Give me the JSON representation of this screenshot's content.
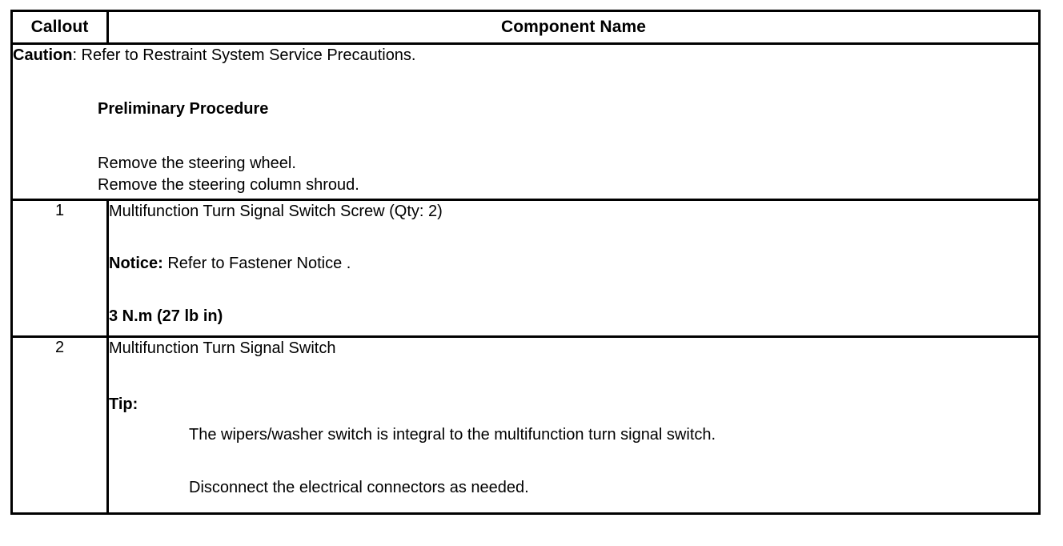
{
  "table": {
    "headers": {
      "callout": "Callout",
      "component_name": "Component Name"
    },
    "caution_row": {
      "caution_label": "Caution",
      "caution_text": ": Refer to Restraint System Service Precautions.",
      "preliminary_heading": "Preliminary Procedure",
      "preliminary_steps": [
        "Remove the steering wheel.",
        "Remove the steering column shroud."
      ]
    },
    "rows": [
      {
        "callout": "1",
        "title": "Multifunction Turn Signal Switch Screw (Qty: 2)",
        "notice_label": "Notice:",
        "notice_text": " Refer to Fastener Notice .",
        "torque": "3 N.m (27 lb in)"
      },
      {
        "callout": "2",
        "title": "Multifunction Turn Signal Switch",
        "tip_label": "Tip:",
        "tip_lines": [
          "The wipers/washer switch is integral to the multifunction turn signal switch.",
          "Disconnect the electrical connectors as needed."
        ]
      }
    ]
  },
  "colors": {
    "border": "#000000",
    "text": "#000000",
    "background": "#ffffff"
  }
}
